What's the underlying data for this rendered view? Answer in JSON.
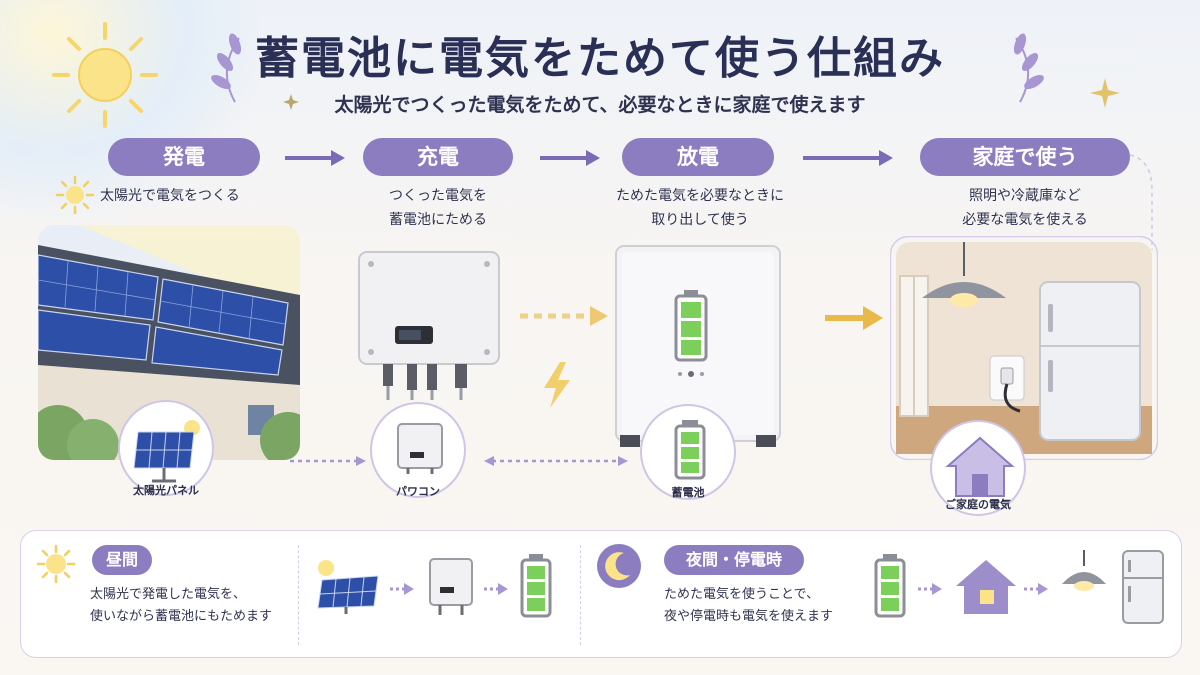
{
  "header": {
    "title": "蓄電池に電気をためて使う仕組み",
    "subtitle": "太陽光でつくった電気をためて、必要なときに家庭で使えます"
  },
  "steps": [
    {
      "label": "発電",
      "desc": [
        "太陽光で電気をつくる"
      ],
      "item_label": "太陽光パネル"
    },
    {
      "label": "充電",
      "desc": [
        "つくった電気を",
        "蓄電池にためる"
      ],
      "item_label": "パワコン"
    },
    {
      "label": "放電",
      "desc": [
        "ためた電気を必要なときに",
        "取り出して使う"
      ],
      "item_label": "蓄電池"
    },
    {
      "label": "家庭で使う",
      "desc": [
        "照明や冷蔵庫など",
        "必要な電気を使える"
      ],
      "item_label": "ご家庭の電気"
    }
  ],
  "bottom": {
    "day": {
      "label": "昼間",
      "desc": [
        "太陽光で発電した電気を、",
        "使いながら蓄電池にもためます"
      ]
    },
    "night": {
      "label": "夜間・停電時",
      "desc": [
        "ためた電気を使うことで、",
        "夜や停電時も電気を使えます"
      ]
    }
  },
  "colors": {
    "accent": "#8c7cc0",
    "arrow": "#7b6bb5",
    "energy_arrow": "#e9b94a",
    "battery_green": "#7ccf5a"
  }
}
